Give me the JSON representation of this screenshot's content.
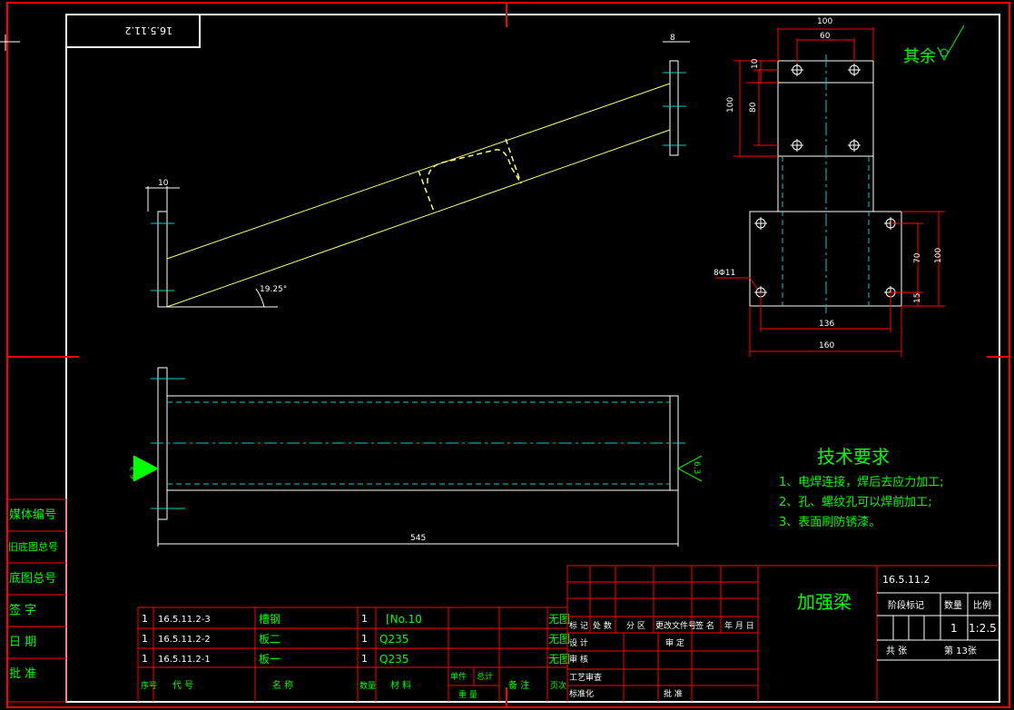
{
  "drawing": {
    "stamp_code": "16.5.11.2",
    "part_name": "加强梁",
    "roughness_note": "其余",
    "tech_title": "技术要求",
    "tech_items": [
      "1、电焊连接，焊后去应力加工;",
      "2、孔、螺纹孔可以焊前加工;",
      "3、表面刷防锈漆。"
    ]
  },
  "dims": {
    "top_view": {
      "plate_t": "8",
      "end_w": "10",
      "angle": "19.25°"
    },
    "side_view": {
      "w100": "100",
      "w60": "60",
      "h10": "10",
      "h80": "80",
      "h100": "100",
      "holes": "8Φ11",
      "w136": "136",
      "w160": "160",
      "h70": "70",
      "h100b": "100",
      "h15": "15"
    },
    "front_view": {
      "length": "545",
      "weld_left": "6.3",
      "weld_right": "6.3"
    }
  },
  "left_strip": [
    "媒体编号",
    "旧底图总号",
    "底图总号",
    "签 字",
    "日 期",
    "批 准"
  ],
  "bom": {
    "rows": [
      {
        "no": "1",
        "code": "16.5.11.2-3",
        "name": "槽钢",
        "qty": "1",
        "material": "[No.10",
        "remark": "无图"
      },
      {
        "no": "1",
        "code": "16.5.11.2-2",
        "name": "板二",
        "qty": "1",
        "material": "Q235",
        "remark": "无图"
      },
      {
        "no": "1",
        "code": "16.5.11.2-1",
        "name": "板一",
        "qty": "1",
        "material": "Q235",
        "remark": "无图"
      }
    ],
    "headers": {
      "no": "序号",
      "code": "代 号",
      "name": "名 称",
      "qty": "数量",
      "material": "材 料",
      "unit": "单件",
      "total": "总计",
      "weight": "重 量",
      "remark": "备 注",
      "page": "页次"
    }
  },
  "title_block": {
    "rev_header": [
      "标 记",
      "处 数",
      "分 区",
      "更改文件号",
      "签 名",
      "年 月 日"
    ],
    "roles_left": [
      "设 计",
      "审 核",
      "工艺审查",
      "标准化"
    ],
    "roles_right": [
      "审 定",
      "批 准"
    ],
    "drawing_no": "16.5.11.2",
    "stage_label": "阶段标记",
    "qty_label": "数量",
    "scale_label": "比例",
    "qty": "1",
    "scale": "1:2.5",
    "total_sheets_label": "共  张",
    "sheet_label": "第 13张"
  },
  "colors": {
    "green": "#00ff00",
    "red": "#ff0000",
    "white": "#ffffff",
    "yellow": "#ffff66",
    "cyan": "#00cccc"
  }
}
